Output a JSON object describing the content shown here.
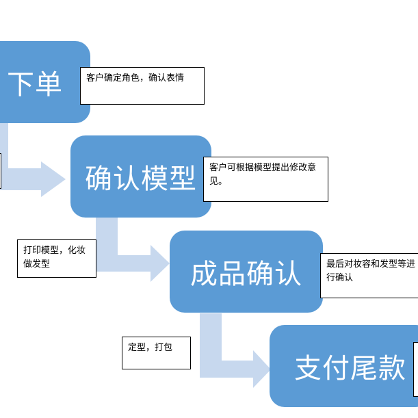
{
  "colors": {
    "step_fill": "#5b9bd5",
    "step_text": "#ffffff",
    "arrow_fill": "#c7d8ee",
    "note_border": "#000000"
  },
  "steps": [
    {
      "label": "下单"
    },
    {
      "label": "确认模型"
    },
    {
      "label": "成品确认"
    },
    {
      "label": "支付尾款"
    }
  ],
  "notes": [
    {
      "text": "客户确定角色，确认表情"
    },
    {
      "text": "客户可根据模型提出修改意见。"
    },
    {
      "text": "最后对妆容和发型等进行确认"
    },
    {
      "text": "打印模型，化妆做发型"
    },
    {
      "text": "定型，打包"
    }
  ]
}
